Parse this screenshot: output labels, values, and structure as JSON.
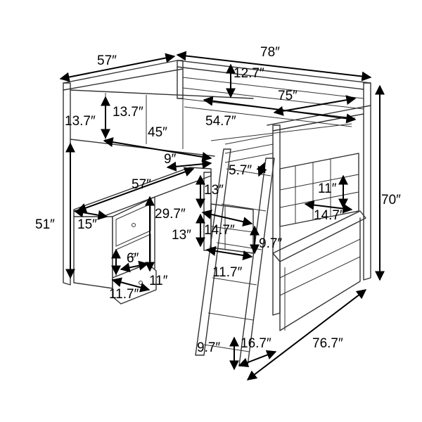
{
  "diagram": {
    "dimensions": {
      "width_total": "78″",
      "depth_total": "57″",
      "guardrail_height": "12.7″",
      "mattress_length": "75″",
      "mattress_width": "54.7″",
      "shelf_height": "13.7″",
      "cabinet_height": "13.7″",
      "shelf_width": "45″",
      "desk_gap": "9″",
      "ladder_step": "5.7″",
      "desk_length": "57″",
      "desk_depth": "15″",
      "clearance_height": "51″",
      "side_shelf_height": "13″",
      "drawer_width": "29.7″",
      "drawer_height_a": "13″",
      "drawer_height_b": "6″",
      "drawer_width_b": "11″",
      "drawer_depth": "11.7″",
      "cubby_width": "14.7″",
      "cubby_height": "9.7″",
      "cubby_width_b": "11.7″",
      "right_cubby_height": "11″",
      "right_cubby_width": "14.7″",
      "total_height": "70″",
      "ladder_width": "9.7″",
      "ladder_depth": "16.7″",
      "overall_depth": "76.7″"
    },
    "colors": {
      "line": "#333333",
      "dimension": "#000000",
      "background": "#ffffff"
    }
  }
}
